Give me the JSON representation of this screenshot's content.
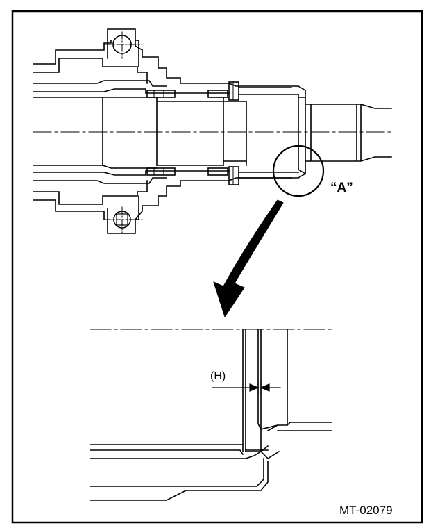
{
  "labels": {
    "detail": "“A”",
    "dimension": "(H)",
    "figure_code": "MT-02079"
  },
  "colors": {
    "line": "#000000",
    "background": "#ffffff"
  }
}
